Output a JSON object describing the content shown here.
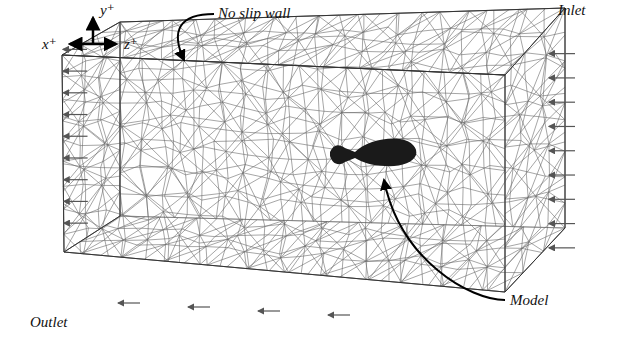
{
  "diagram": {
    "labels": [
      "y⁺",
      "x⁺",
      "z⁺",
      "No slip wall",
      "Inlet",
      "Model",
      "Outlet"
    ]
  }
}
